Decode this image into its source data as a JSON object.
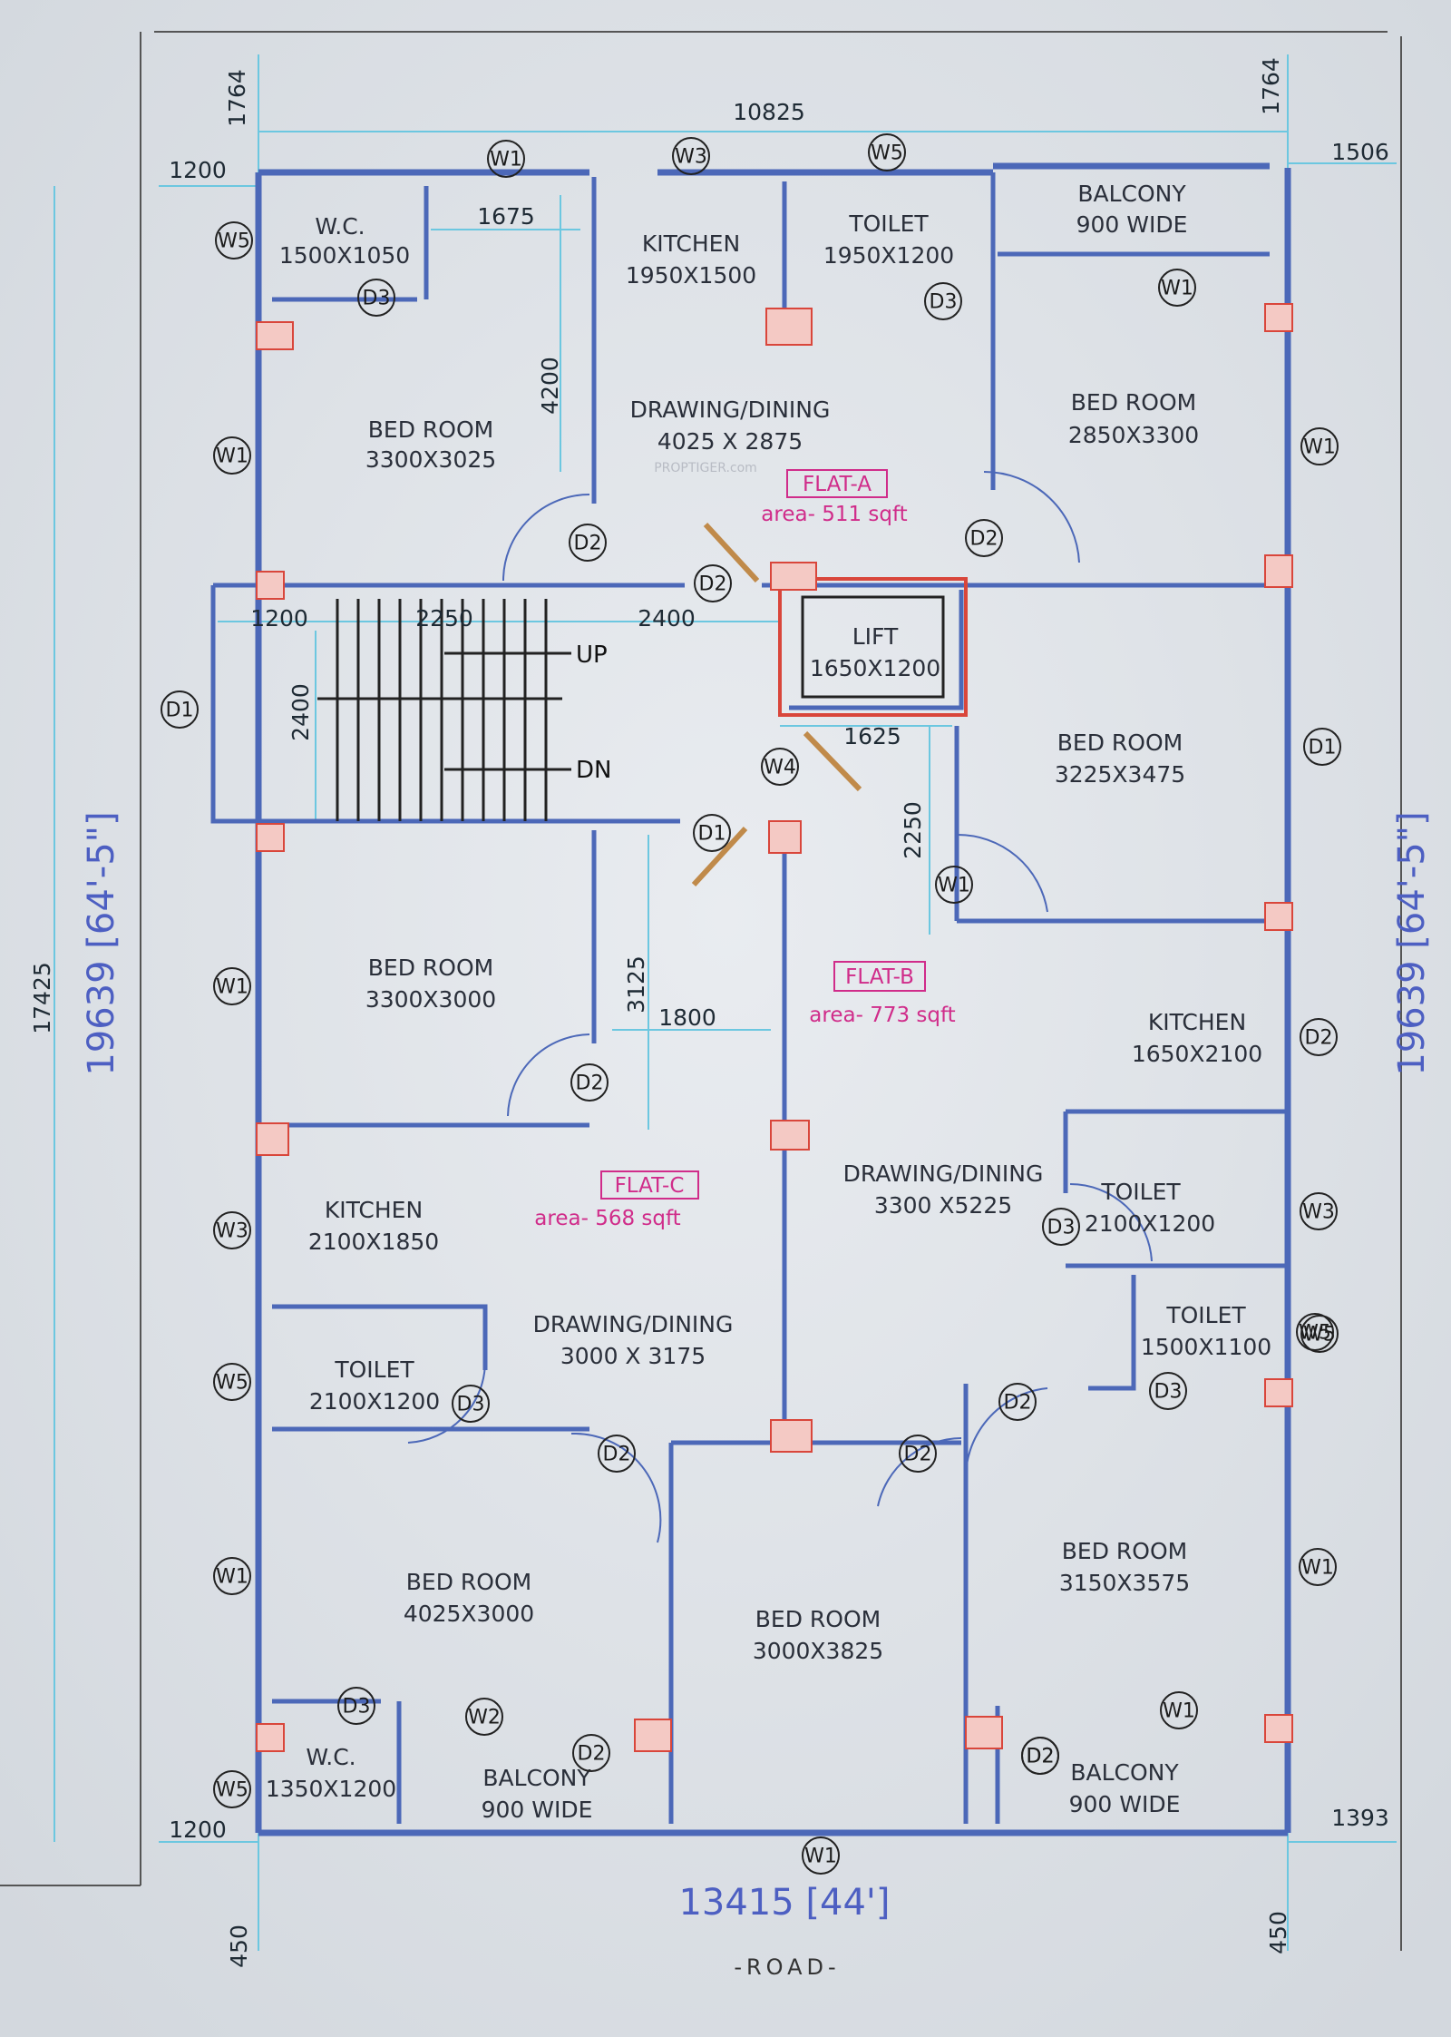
{
  "overall": {
    "top_width": "10825",
    "bottom_width": "13415 [44']",
    "left_height": "17425",
    "height_imperial_left": "19639 [64'-5\"]",
    "height_imperial_right": "19639 [64'-5\"]",
    "road": "-ROAD-",
    "watermark": "PROPTIGER.com"
  },
  "dimensions": {
    "top_left_offset": "1764",
    "top_right_offset": "1764",
    "left_1200_top": "1200",
    "right_1506": "1506",
    "wc_gap": "1675",
    "kitchen_depth": "4200",
    "lobby_1200": "1200",
    "lobby_2250": "2250",
    "lobby_2400": "2400",
    "stair_2400": "2400",
    "lift_1625": "1625",
    "lift_2250": "2250",
    "flatc_3125": "3125",
    "flatc_1800": "1800",
    "bottom_left_1200": "1200",
    "bottom_right_1393": "1393",
    "bottom_left_450": "450",
    "bottom_right_450": "450"
  },
  "rooms": [
    {
      "name": "W.C.",
      "size": "1500X1050"
    },
    {
      "name": "KITCHEN",
      "size": "1950X1500"
    },
    {
      "name": "TOILET",
      "size": "1950X1200"
    },
    {
      "name": "BALCONY",
      "size": "900 WIDE"
    },
    {
      "name": "BED ROOM",
      "size": "3300X3025"
    },
    {
      "name": "DRAWING/DINING",
      "size": "4025 X 2875"
    },
    {
      "name": "BED ROOM",
      "size": "2850X3300"
    },
    {
      "name": "LIFT",
      "size": "1650X1200"
    },
    {
      "name": "BED ROOM",
      "size": "3225X3475"
    },
    {
      "name": "BED ROOM",
      "size": "3300X3000"
    },
    {
      "name": "KITCHEN",
      "size": "1650X2100"
    },
    {
      "name": "DRAWING/DINING",
      "size": "3300 X5225"
    },
    {
      "name": "KITCHEN",
      "size": "2100X1850"
    },
    {
      "name": "TOILET",
      "size": "2100X1200"
    },
    {
      "name": "DRAWING/DINING",
      "size": "3000 X 3175"
    },
    {
      "name": "TOILET",
      "size": "1500X1100"
    },
    {
      "name": "TOILET",
      "size": "2100X1200"
    },
    {
      "name": "BED ROOM",
      "size": "4025X3000"
    },
    {
      "name": "BED ROOM",
      "size": "3000X3825"
    },
    {
      "name": "BED ROOM",
      "size": "3150X3575"
    },
    {
      "name": "W.C.",
      "size": "1350X1200"
    },
    {
      "name": "BALCONY",
      "size": "900 WIDE"
    },
    {
      "name": "BALCONY",
      "size": "900 WIDE"
    }
  ],
  "flats": [
    {
      "name": "FLAT-A",
      "area": "area- 511 sqft"
    },
    {
      "name": "FLAT-B",
      "area": "area- 773 sqft"
    },
    {
      "name": "FLAT-C",
      "area": "area- 568 sqft"
    }
  ],
  "stairs": {
    "up": "UP",
    "down": "DN"
  },
  "door_window_tags": [
    "W1",
    "W3",
    "W5",
    "W5",
    "D3",
    "D3",
    "W1",
    "D2",
    "W1",
    "W1",
    "D2",
    "D2",
    "D1",
    "W4",
    "D1",
    "D1",
    "W1",
    "W1",
    "D2",
    "D2",
    "W3",
    "W3",
    "W5",
    "D3",
    "W5",
    "W5",
    "D3",
    "D3",
    "D2",
    "D2",
    "D2",
    "W1",
    "W1",
    "D3",
    "W2",
    "D2",
    "W1",
    "D2",
    "W5",
    "W1",
    "D2"
  ]
}
